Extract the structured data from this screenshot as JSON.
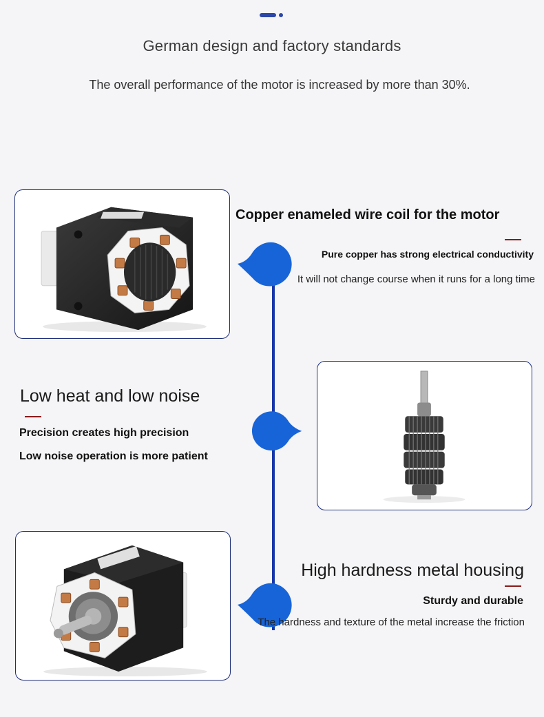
{
  "header": {
    "title": "German design and factory standards",
    "subtitle": "The overall performance of the motor is increased by more than 30%."
  },
  "features": [
    {
      "title": "Copper enameled wire coil for the motor",
      "line1": "Pure copper has strong electrical conductivity",
      "line2": "It will not change course when it runs for a long time"
    },
    {
      "title": "Low heat and low noise",
      "line1": "Precision creates high precision",
      "line2": "Low noise operation is more patient"
    },
    {
      "title": "High hardness metal housing",
      "line1": "Sturdy and durable",
      "line2": "The hardness and texture of the metal increase the friction"
    }
  ],
  "colors": {
    "accent_blue": "#1637a8",
    "bubble_blue": "#1764d8",
    "card_border": "#1d2f7a",
    "red_dash": "#8a1a1a",
    "background": "#f5f4f6"
  },
  "icons": [
    "motor-stator-image",
    "rotor-gear-image",
    "motor-housing-image",
    "speech-bubble-marker"
  ]
}
